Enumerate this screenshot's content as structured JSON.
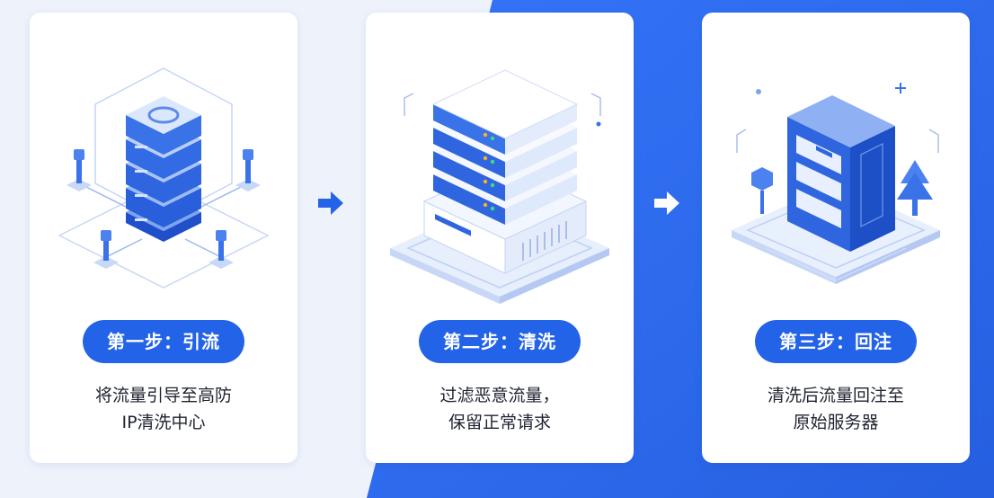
{
  "colors": {
    "accent": "#2363e8",
    "page_background": "#eef3fb",
    "blue_panel": "#2f6df0",
    "card": "#ffffff",
    "text": "#1f2330"
  },
  "steps": [
    {
      "badge": "第一步：引流",
      "desc_line1": "将流量引导至高防",
      "desc_line2": "IP清洗中心",
      "icon": "server-stack-distribution-icon"
    },
    {
      "badge": "第二步：清洗",
      "desc_line1": "过滤恶意流量，",
      "desc_line2": "保留正常请求",
      "icon": "scrubbing-server-rack-icon"
    },
    {
      "badge": "第三步：回注",
      "desc_line1": "清洗后流量回注至",
      "desc_line2": "原始服务器",
      "icon": "origin-server-tower-icon"
    }
  ],
  "connectors": [
    {
      "icon": "arrow-right-icon"
    },
    {
      "icon": "arrow-right-icon"
    }
  ]
}
